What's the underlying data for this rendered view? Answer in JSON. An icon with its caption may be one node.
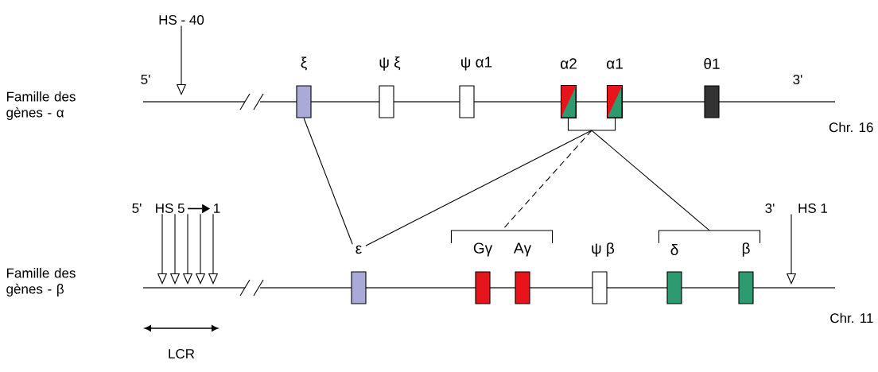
{
  "diagram": {
    "nodes": [
      {
        "text": [
          "HS - 40"
        ]
      },
      {
        "text": [
          "ξ"
        ]
      },
      {
        "text": [
          "ψ ξ"
        ]
      },
      {
        "text": [
          "ψ α1"
        ]
      },
      {
        "text": [
          "α2"
        ]
      },
      {
        "text": [
          "α1"
        ]
      },
      {
        "text": [
          "θ1"
        ]
      },
      {
        "text": [],
        "shape": "bracket"
      },
      {
        "text": [
          "HS 5",
          "1"
        ]
      },
      {
        "text": [
          "ε"
        ]
      },
      {
        "text": [],
        "shape": "bracket"
      },
      {
        "text": [
          "Gγ"
        ]
      },
      {
        "text": [
          "Aγ"
        ]
      },
      {
        "text": [
          "ψ β"
        ]
      },
      {
        "text": [],
        "shape": "bracket"
      },
      {
        "text": [
          "δ"
        ]
      },
      {
        "text": [
          "β"
        ]
      },
      {
        "text": [
          "HS 1"
        ]
      }
    ],
    "edges": [
      {
        "from": 0,
        "to": null,
        "arrow": "to"
      },
      {
        "from": 1,
        "to": 9,
        "arrow": "none"
      },
      {
        "from": 7,
        "to": 9,
        "arrow": "none"
      },
      {
        "from": 7,
        "to": 10,
        "arrow": "none",
        "style": "dashed"
      },
      {
        "from": 7,
        "to": 14,
        "arrow": "none"
      },
      {
        "from": 8,
        "to": null,
        "arrow": "to"
      },
      {
        "from": 8,
        "to": null,
        "arrow": "to"
      },
      {
        "from": 8,
        "to": null,
        "arrow": "to"
      },
      {
        "from": 8,
        "to": null,
        "arrow": "to"
      },
      {
        "from": 8,
        "to": null,
        "arrow": "to"
      },
      {
        "from": 17,
        "to": null,
        "arrow": "to"
      }
    ],
    "labels": [
      "Famille des gènes - α",
      "5'",
      "3'",
      "Chr. 16",
      "Famille des gènes - β",
      "5'",
      "3'",
      "Chr. 11",
      "LCR"
    ]
  }
}
